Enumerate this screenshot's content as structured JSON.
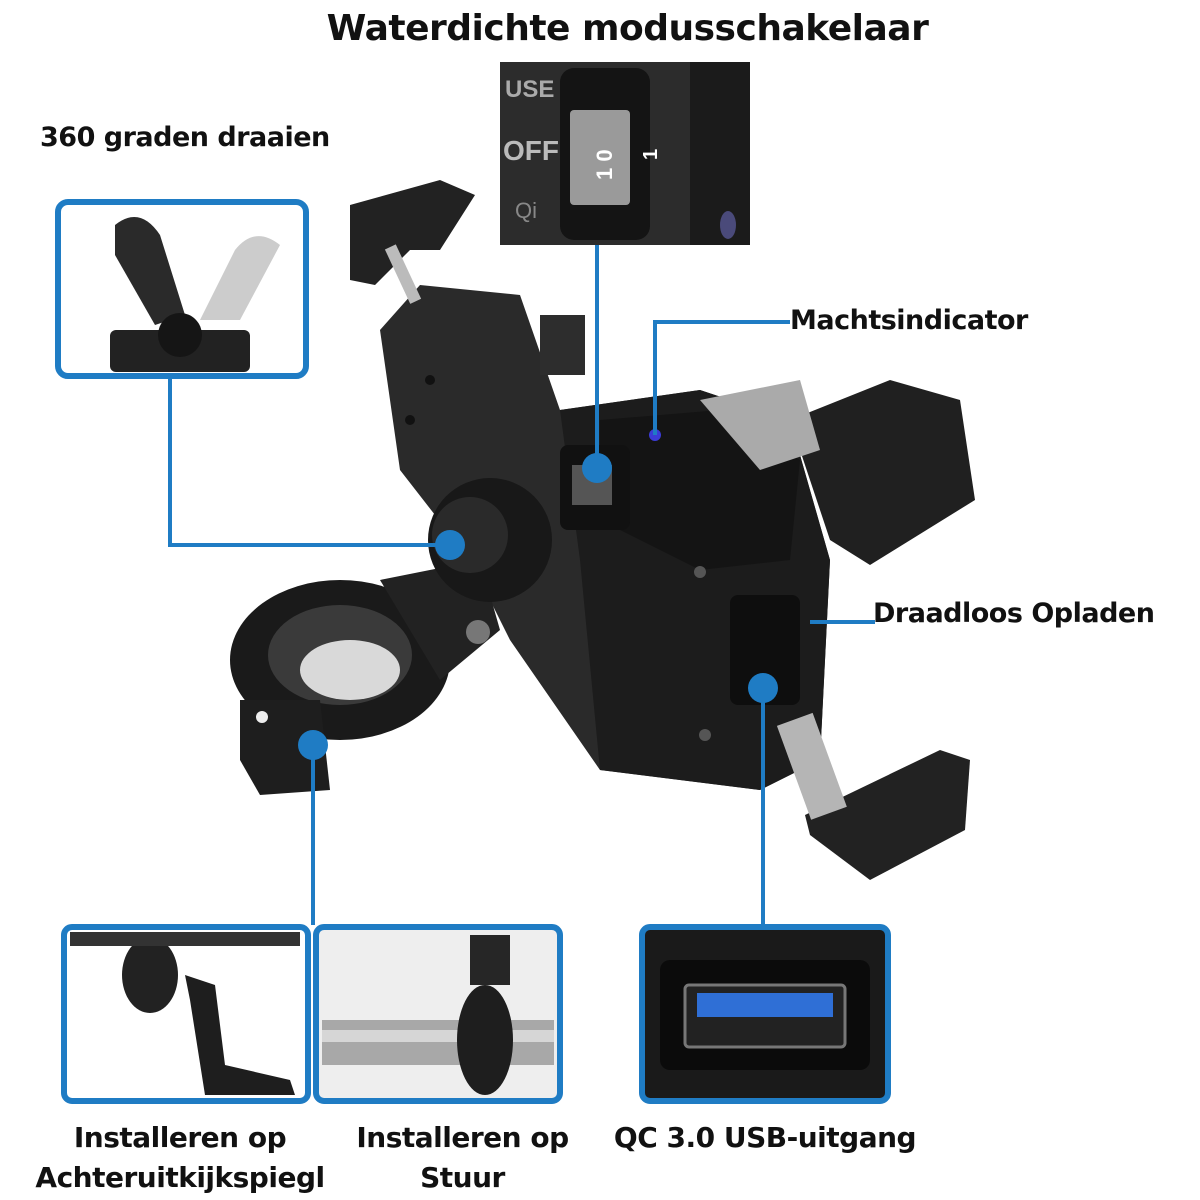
{
  "title": "Waterdichte modusschakelaar",
  "callouts": {
    "rotate": "360 graden draaien",
    "power_indicator": "Machtsindicator",
    "wireless": "Draadloos Opladen"
  },
  "switch_inset": {
    "use": "USE",
    "off": "OFF",
    "qi": "Qi",
    "switch_marks": "1 0",
    "side_mark": "1"
  },
  "bottom_labels": [
    {
      "line1": "Installeren op",
      "line2": "Achteruitkijkspiegl"
    },
    {
      "line1": "Installeren op",
      "line2": "Stuur"
    },
    {
      "line1": "QC 3.0 USB-uitgang",
      "line2": ""
    }
  ],
  "colors": {
    "accent": "#1f7cc4",
    "device": "#1e1e1e"
  }
}
